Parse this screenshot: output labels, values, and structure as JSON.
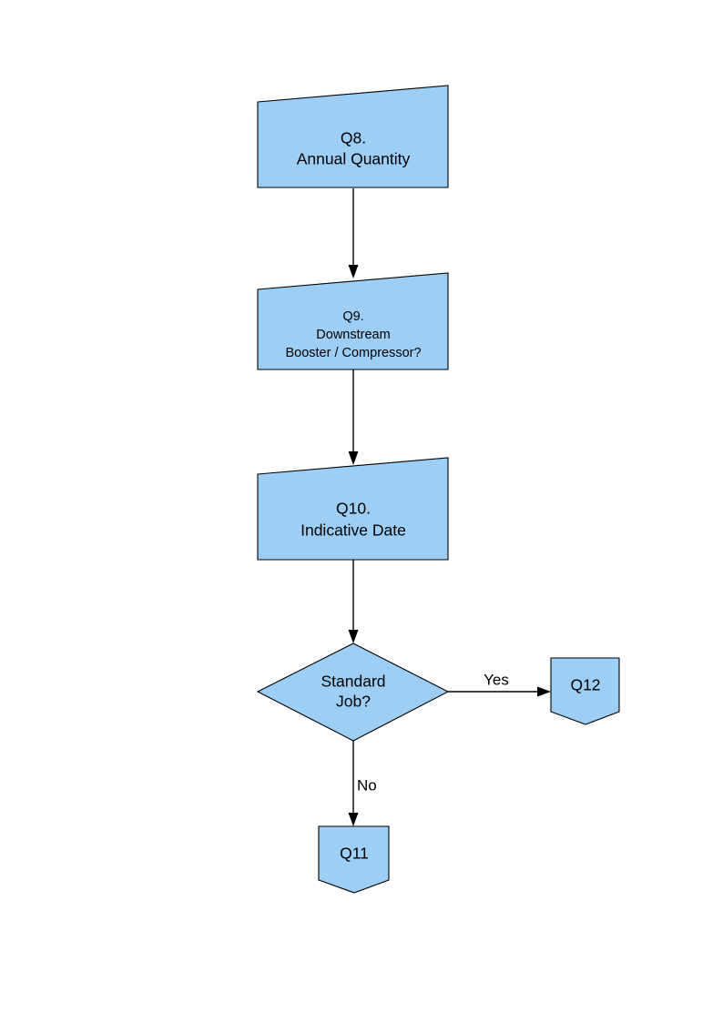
{
  "diagram": {
    "type": "flowchart",
    "title": "",
    "background_color": "#ffffff",
    "node_fill_color": "#9DCEF5",
    "node_stroke_color": "#000000",
    "text_color": "#000000",
    "nodes": [
      {
        "id": "q8",
        "shape": "slanted-rectangle",
        "lines": [
          "Q8.",
          "Annual Quantity"
        ],
        "line1": "Q8.",
        "line2": "Annual Quantity",
        "line3": ""
      },
      {
        "id": "q9",
        "shape": "slanted-rectangle",
        "lines": [
          "Q9.",
          "Downstream",
          "Booster / Compressor?"
        ],
        "line1": "Q9.",
        "line2": "Downstream",
        "line3": "Booster / Compressor?"
      },
      {
        "id": "q10",
        "shape": "slanted-rectangle",
        "lines": [
          "Q10.",
          "Indicative Date"
        ],
        "line1": "Q10.",
        "line2": "Indicative Date",
        "line3": ""
      },
      {
        "id": "decision",
        "shape": "diamond",
        "lines": [
          "Standard",
          "Job?"
        ],
        "line1": "Standard",
        "line2": "Job?",
        "line3": ""
      },
      {
        "id": "q12",
        "shape": "pentagon-down",
        "lines": [
          "Q12"
        ],
        "line1": "Q12",
        "line2": "",
        "line3": ""
      },
      {
        "id": "q11",
        "shape": "pentagon-down",
        "lines": [
          "Q11"
        ],
        "line1": "Q11",
        "line2": "",
        "line3": ""
      }
    ],
    "edges": [
      {
        "id": "e1",
        "from": "q8",
        "to": "q9",
        "label": ""
      },
      {
        "id": "e2",
        "from": "q9",
        "to": "q10",
        "label": ""
      },
      {
        "id": "e3",
        "from": "q10",
        "to": "decision",
        "label": ""
      },
      {
        "id": "e4",
        "from": "decision",
        "to": "q12",
        "label": "Yes"
      },
      {
        "id": "e5",
        "from": "decision",
        "to": "q11",
        "label": "No"
      }
    ],
    "edge_labels": {
      "yes": "Yes",
      "no": "No"
    }
  }
}
